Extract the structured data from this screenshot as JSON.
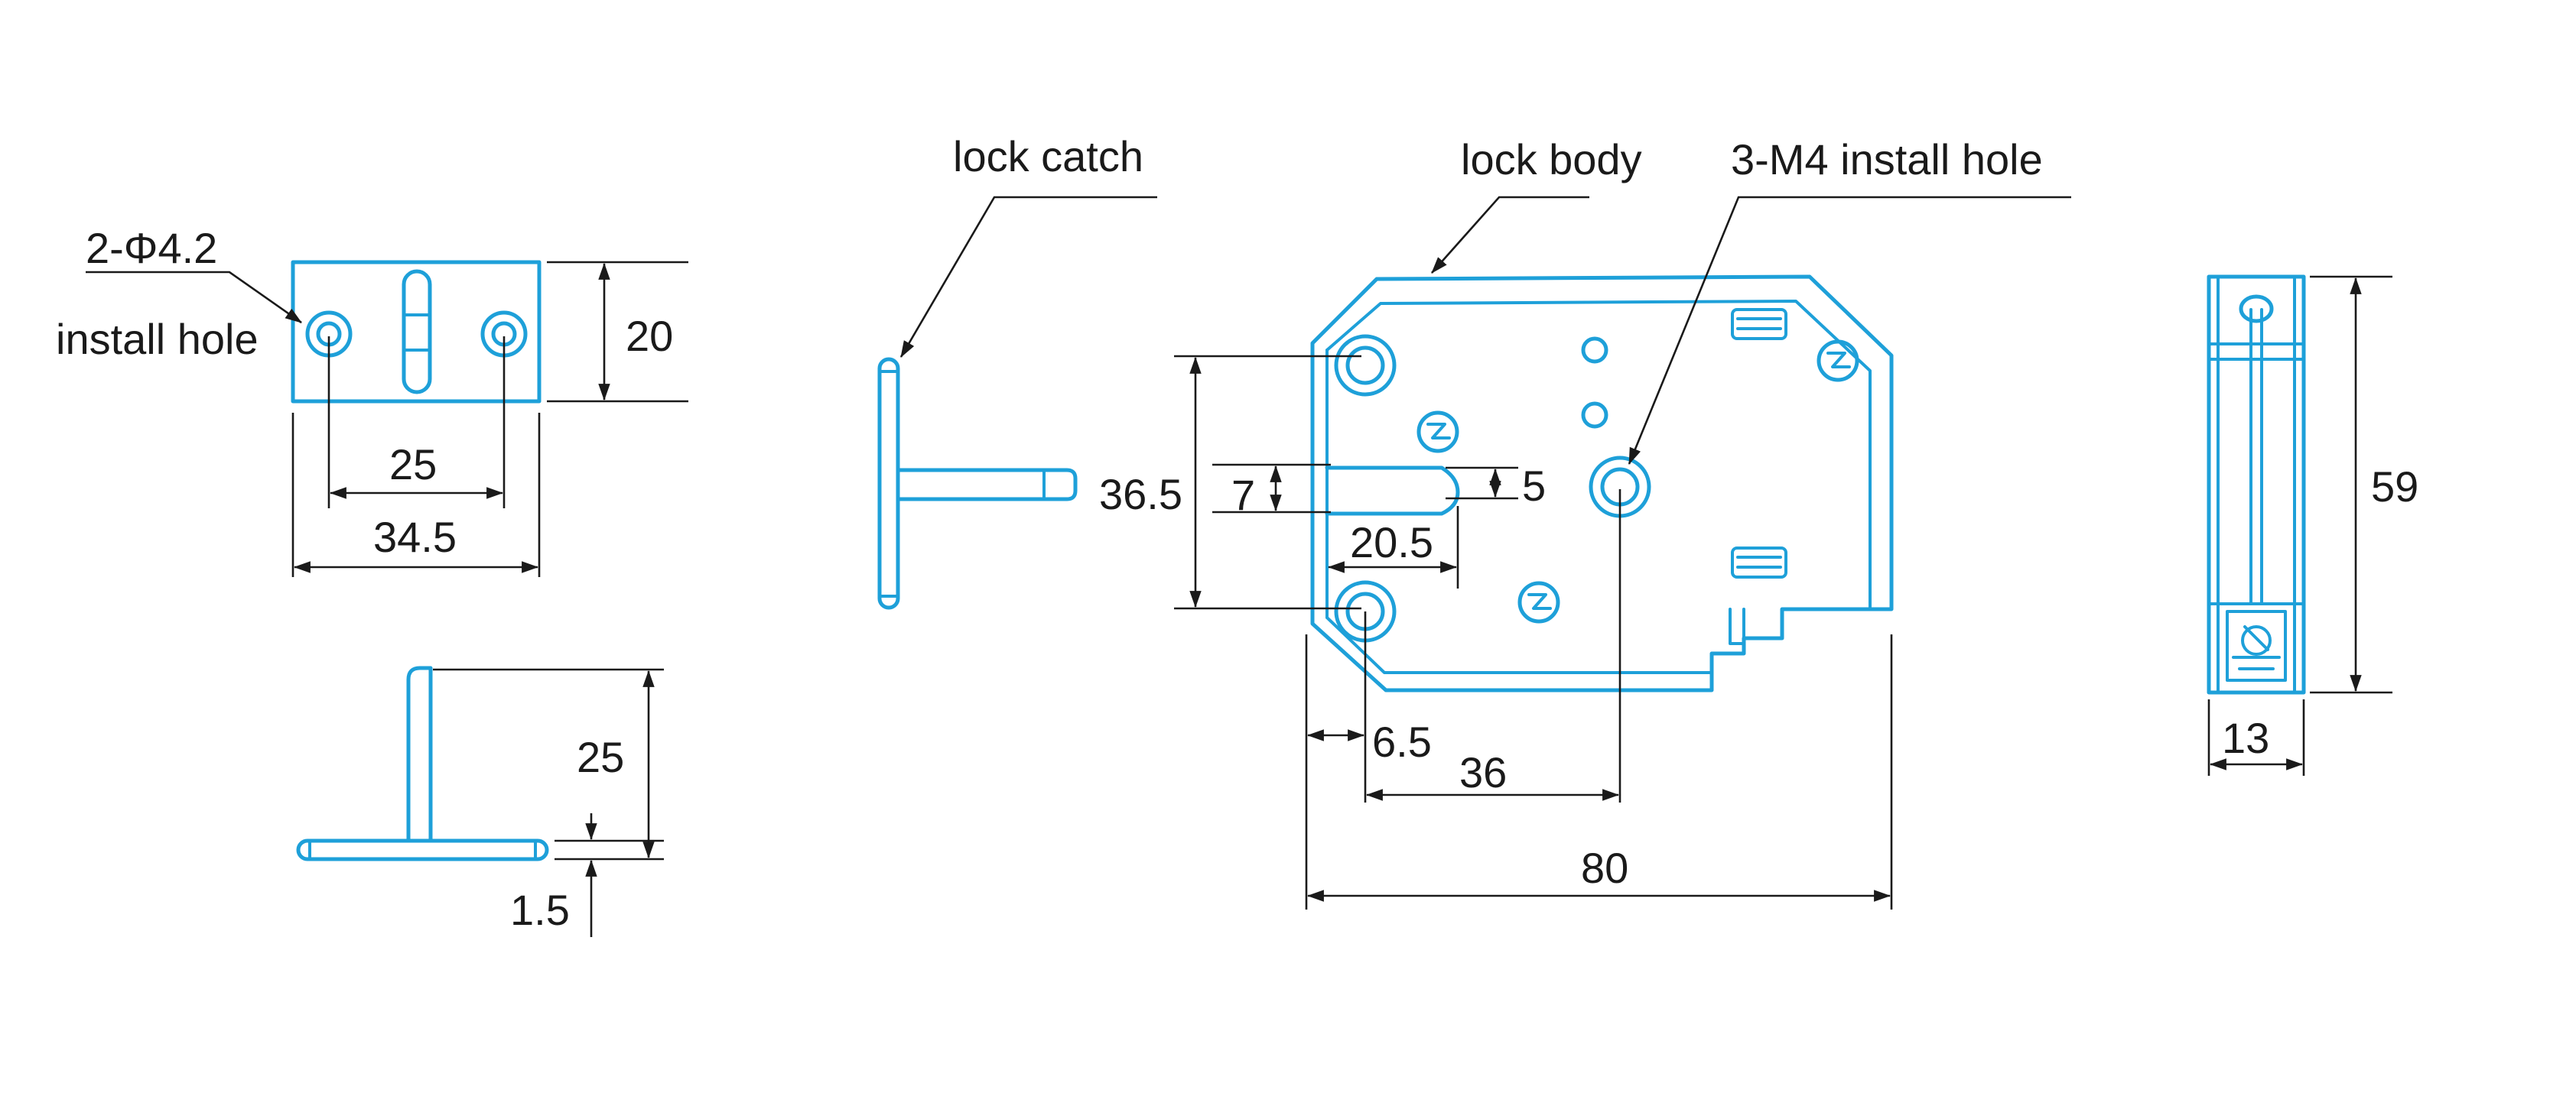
{
  "colors": {
    "part": "#1ea0d9",
    "line": "#1a1a1a",
    "text": "#1a1a1a",
    "background": "#ffffff"
  },
  "labels": {
    "lock_catch": "lock catch",
    "lock_body": "lock body",
    "install_hole_callout": "3-M4 install hole",
    "catch_hole_spec": "2-Φ4.2",
    "catch_hole_label": "install hole"
  },
  "dimensions": {
    "catch_plate_height": "20",
    "catch_hole_spacing": "25",
    "catch_plate_width": "34.5",
    "catch_tongue_height": "25",
    "catch_plate_thickness": "1.5",
    "body_hole_vertical_spacing": "36.5",
    "latch_slot_height": "7",
    "slot_gap": "5",
    "slot_depth": "20.5",
    "hole_edge_offset": "6.5",
    "center_hole_offset": "36",
    "body_width": "80",
    "body_height": "59",
    "body_thickness": "13"
  }
}
